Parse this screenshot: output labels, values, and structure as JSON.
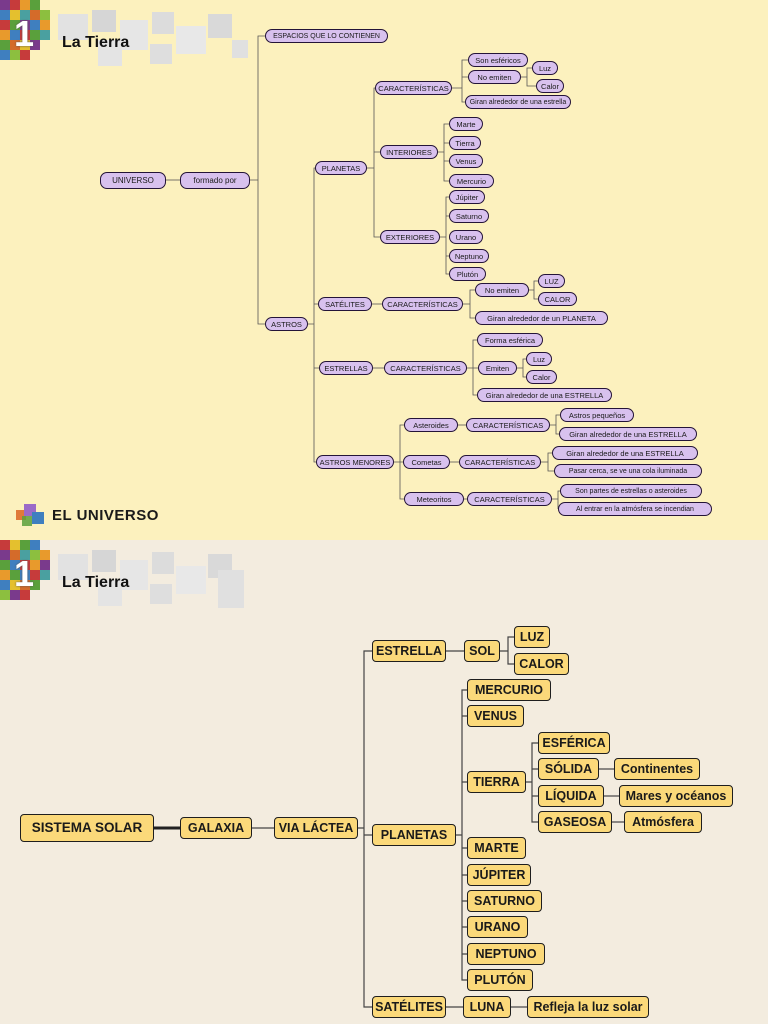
{
  "panel1": {
    "number": "1",
    "title": "La Tierra",
    "footer_label": "EL UNIVERSO",
    "nodes": {
      "universo": "UNIVERSO",
      "formado_por": "formado por",
      "espacios": "ESPACIOS QUE LO CONTIENEN",
      "astros": "ASTROS",
      "planetas": "PLANETAS",
      "caracteristicas": "CARACTERÍSTICAS",
      "son_esfericos": "Son esféricos",
      "no_emiten": "No emiten",
      "luz": "Luz",
      "calor": "Calor",
      "giran_estrella": "Giran alrededor de una estrella",
      "interiores": "INTERIORES",
      "marte": "Marte",
      "tierra": "Tierra",
      "venus": "Venus",
      "mercurio": "Mercurio",
      "exteriores": "EXTERIORES",
      "jupiter": "Júpiter",
      "saturno": "Saturno",
      "urano": "Urano",
      "neptuno": "Neptuno",
      "pluton": "Plutón",
      "satelites": "SATÉLITES",
      "sat_caracteristicas": "CARACTERÍSTICAS",
      "sat_no_emiten": "No emiten",
      "sat_luz": "LUZ",
      "sat_calor": "CALOR",
      "giran_planeta": "Giran alrededor de un PLANETA",
      "estrellas": "ESTRELLAS",
      "est_caracteristicas": "CARACTERÍSTICAS",
      "forma_esferica": "Forma esférica",
      "emiten": "Emiten",
      "est_luz": "Luz",
      "est_calor": "Calor",
      "giran_estrella_mayus": "Giran alrededor de una ESTRELLA",
      "astros_menores": "ASTROS MENORES",
      "asteroides": "Asteroides",
      "ast_caracteristicas": "CARACTERÍSTICAS",
      "astros_pequenos": "Astros pequeños",
      "ast_giran": "Giran alrededor de una ESTRELLA",
      "cometas": "Cometas",
      "com_caracteristicas": "CARACTERÍSTICAS",
      "com_giran": "Giran alrededor de una ESTRELLA",
      "pasar_cerca": "Pasar cerca, se ve una cola iluminada",
      "meteoritos": "Meteoritos",
      "met_caracteristicas": "CARACTERÍSTICAS",
      "partes": "Son partes de estrellas o asteroides",
      "al_entrar": "Al entrar en la atmósfera se incendian"
    }
  },
  "panel2": {
    "number": "1",
    "title": "La Tierra",
    "nodes": {
      "sistema_solar": "SISTEMA SOLAR",
      "galaxia": "GALAXIA",
      "via_lactea": "VIA LÁCTEA",
      "estrella": "ESTRELLA",
      "sol": "SOL",
      "luz": "LUZ",
      "calor": "CALOR",
      "planetas": "PLANETAS",
      "mercurio": "MERCURIO",
      "venus": "VENUS",
      "tierra": "TIERRA",
      "esferica": "ESFÉRICA",
      "solida": "SÓLIDA",
      "continentes": "Continentes",
      "liquida": "LÍQUIDA",
      "mares": "Mares y océanos",
      "gaseosa": "GASEOSA",
      "atmosfera": "Atmósfera",
      "marte": "MARTE",
      "jupiter": "JÚPITER",
      "saturno": "SATURNO",
      "urano": "URANO",
      "neptuno": "NEPTUNO",
      "pluton": "PLUTÓN",
      "satelites": "SATÉLITES",
      "luna": "LUNA",
      "refleja": "Refleja la luz solar"
    }
  },
  "colors": {
    "panel1_bg": "#fcf1be",
    "panel2_bg": "#f3ecdf",
    "node1_fill": "#d8c1ee",
    "node2_fill": "#fbd97a"
  }
}
